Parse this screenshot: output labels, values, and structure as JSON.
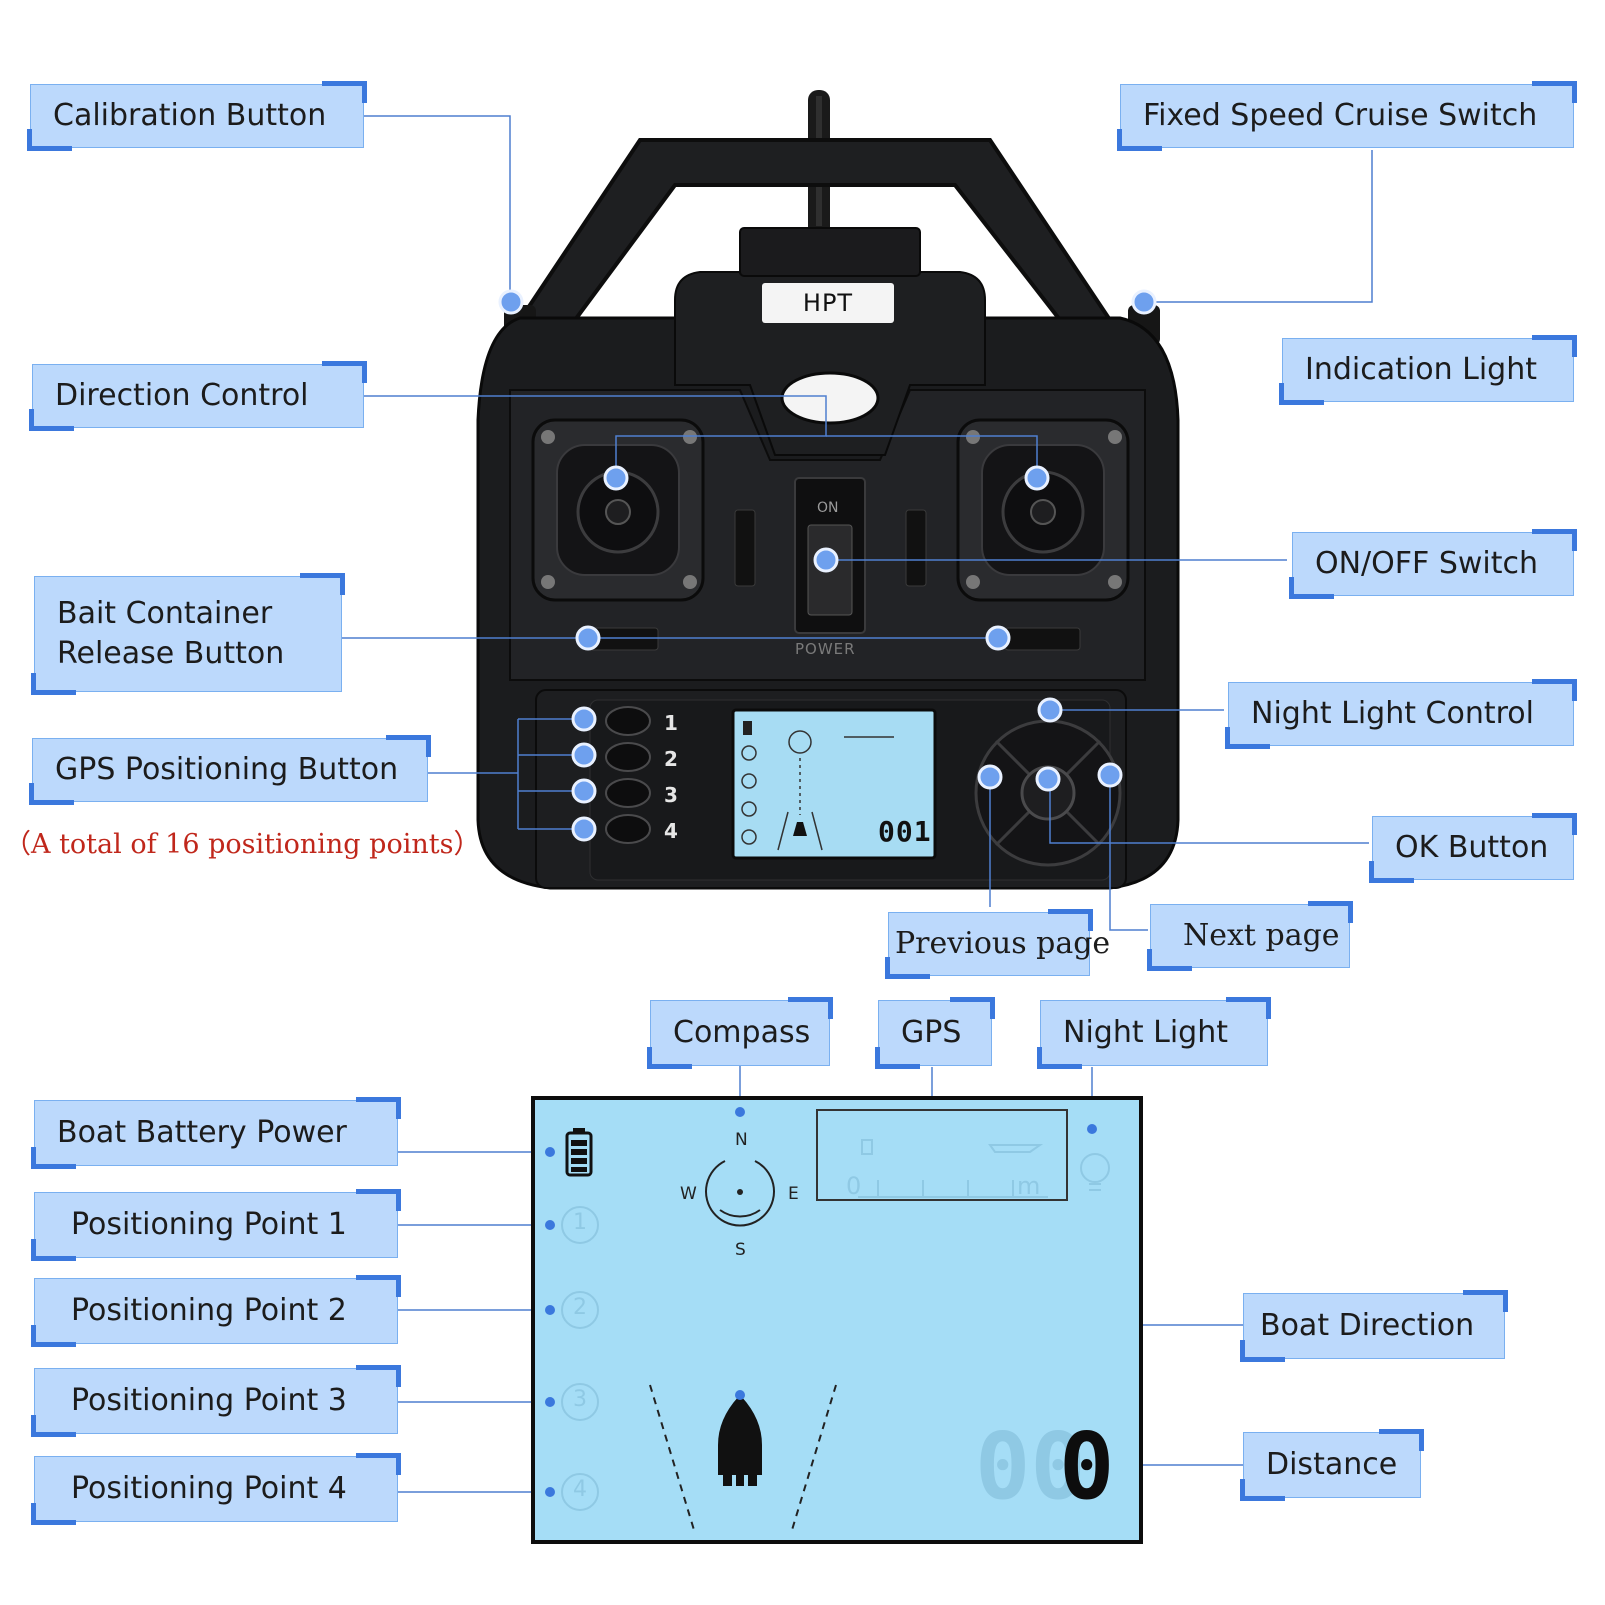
{
  "brand_label": "HPT",
  "callouts": {
    "calibration_button": "Calibration Button",
    "fixed_speed_cruise_switch": "Fixed Speed Cruise Switch",
    "indication_light": "Indication Light",
    "direction_control": "Direction Control",
    "on_off_switch": "ON/OFF Switch",
    "bait_container_release_line1": "Bait Container",
    "bait_container_release_line2": "Release Button",
    "gps_positioning_button": "GPS Positioning Button",
    "night_light_control": "Night Light Control",
    "ok_button": "OK Button",
    "previous_page": "Previous page",
    "next_page": "Next page",
    "compass": "Compass",
    "gps": "GPS",
    "night_light": "Night Light",
    "boat_battery_power": "Boat Battery Power",
    "positioning_point_1": "Positioning Point 1",
    "positioning_point_2": "Positioning Point 2",
    "positioning_point_3": "Positioning Point 3",
    "positioning_point_4": "Positioning Point 4",
    "boat_direction": "Boat Direction",
    "distance": "Distance"
  },
  "positioning_note": "（A total of 16 positioning points）",
  "remote": {
    "gps_buttons": [
      "1",
      "2",
      "3",
      "4"
    ],
    "on_label": "ON",
    "power_label": "POWER",
    "small_lcd_distance": "001"
  },
  "large_lcd": {
    "compass_n": "N",
    "compass_s": "S",
    "compass_e": "E",
    "compass_w": "W",
    "gps_scale_start": "0",
    "gps_scale_unit": "m",
    "point_numbers": [
      "1",
      "2",
      "3",
      "4"
    ],
    "distance_dim_digits": "00",
    "distance_value": "0"
  },
  "colors": {
    "callout_fill": "#bcd9fc",
    "callout_accent": "#3b78dd",
    "leader_line": "#4f7fcf",
    "lcd_fill": "#a5ddf6",
    "remote_body": "#1b1c1e",
    "note_text": "#c0271b"
  }
}
